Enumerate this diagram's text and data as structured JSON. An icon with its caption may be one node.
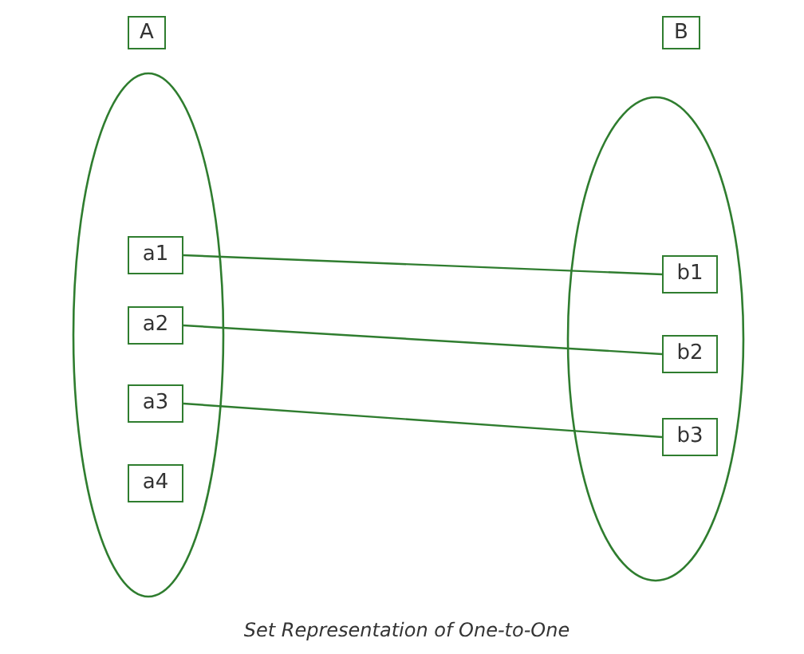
{
  "diagram": {
    "caption": "Set Representation of One-to-One",
    "nodes": [
      {
        "text": [
          "A"
        ]
      },
      {
        "text": [
          "B"
        ]
      },
      {
        "text": [],
        "shape": "ellipse"
      },
      {
        "text": [],
        "shape": "ellipse"
      },
      {
        "text": [
          "a1"
        ],
        "in": 2
      },
      {
        "text": [
          "a2"
        ],
        "in": 2
      },
      {
        "text": [
          "a3"
        ],
        "in": 2
      },
      {
        "text": [
          "a4"
        ],
        "in": 2
      },
      {
        "text": [
          "b1"
        ],
        "in": 3
      },
      {
        "text": [
          "b2"
        ],
        "in": 3
      },
      {
        "text": [
          "b3"
        ],
        "in": 3
      }
    ],
    "edges": [
      {
        "from": 4,
        "to": 8,
        "arrow": "none"
      },
      {
        "from": 5,
        "to": 9,
        "arrow": "none"
      },
      {
        "from": 6,
        "to": 10,
        "arrow": "none"
      }
    ]
  }
}
